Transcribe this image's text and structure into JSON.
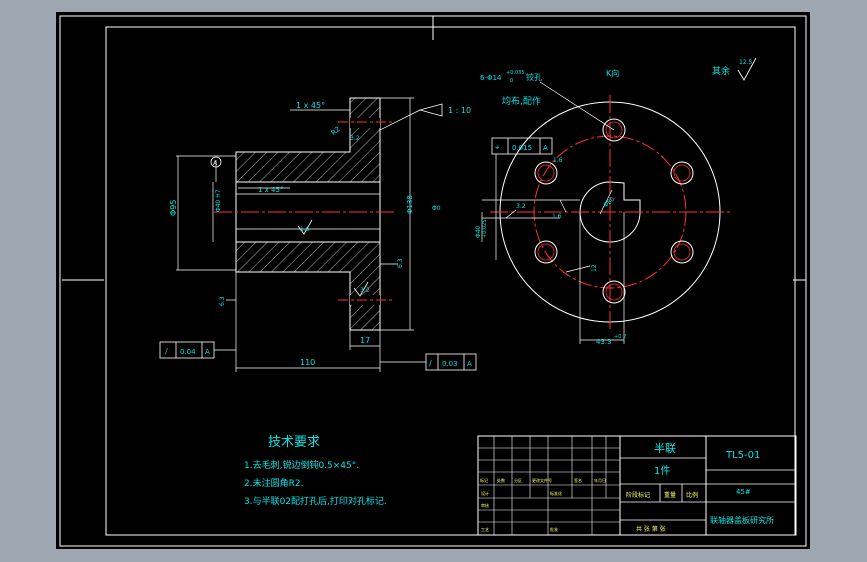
{
  "view_label": "K向",
  "roughness_note": "其余",
  "roughness_value": "12.5",
  "chamfer_top": "1 x 45°",
  "chamfer_bore": "1 x 45°",
  "taper_ratio": "1 : 10",
  "radius_r2": "R2",
  "datum_a": "A",
  "dim_phi95": "Φ95",
  "dim_bore": "Φ40 H7",
  "dim_phi138": "Φ138",
  "dim_flange_phi": "Φ0",
  "dim_width_110": "110",
  "dim_17": "17",
  "rough_1_6": "1.6",
  "rough_3_2a": "3.2",
  "rough_3_2b": "3.2",
  "rough_6_3a": "6.3",
  "rough_6_3b": "6.3",
  "runout_left_sym": "/",
  "runout_left_val": "0.04",
  "runout_left_ref": "A",
  "runout_right_sym": "/",
  "runout_right_val": "0.03",
  "runout_right_ref": "A",
  "holes_spec": "6-Φ14",
  "holes_tol_upper": "+0.035",
  "holes_tol_lower": "0",
  "holes_process": "铰孔",
  "holes_note": "均布,配作",
  "position_tol_sym": "⌖",
  "position_tol_val": "0.015",
  "position_tol_ref": "A",
  "pcd_label": "Φ80",
  "keyway_label": "43.3",
  "keyway_tol": "+0.2",
  "keyway_width": "12",
  "side_dim": "Φ40",
  "side_tol": "+0.025",
  "rough_3_2c": "3.2",
  "rough_1_6b": "1.6",
  "rough_1_6c": "1.6",
  "tech_title": "技术要求",
  "tech_items": [
    "1.去毛刺,锐边倒钝0.5×45°.",
    "2.未注圆角R2.",
    "3.与半联02配打孔后,打印对孔标记."
  ],
  "tb_part_name": "半联",
  "tb_part_no_label": "1件",
  "tb_drawing_no": "TL5-01",
  "tb_material": "45#",
  "tb_company": "联轴器盖板研究所",
  "tb_cells": [
    "标记",
    "处数",
    "分区",
    "更改文件号",
    "签名",
    "年月日",
    "设计",
    "标准化",
    "审核",
    "工艺",
    "批准",
    "阶段标记",
    "重量",
    "比例",
    "共 张 第 张"
  ]
}
